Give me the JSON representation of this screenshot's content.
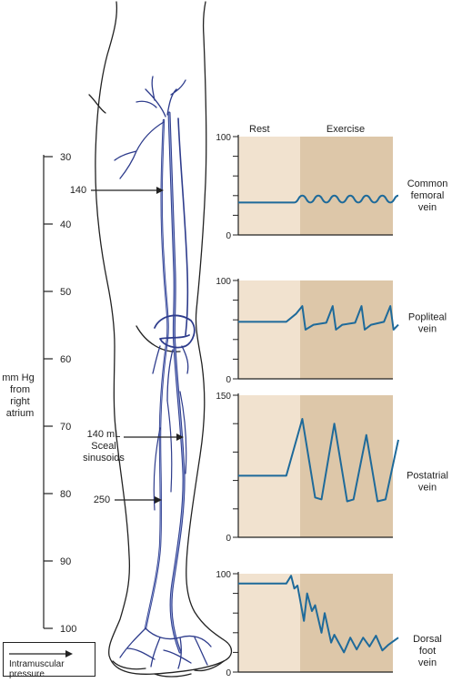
{
  "scale": {
    "unit_label_lines": [
      "mm Hg",
      "from",
      "right",
      "atrium"
    ],
    "ticks": [
      "30",
      "40",
      "50",
      "60",
      "70",
      "80",
      "90",
      "100"
    ]
  },
  "annotations": [
    {
      "lines": [
        "140"
      ]
    },
    {
      "lines": [
        "140 mL",
        "Sceal",
        "sinusoids"
      ]
    },
    {
      "lines": [
        "250"
      ]
    }
  ],
  "legend_box": {
    "lines": [
      "Intramuscular",
      "pressure"
    ]
  },
  "colors": {
    "vein": "#2e3c8c",
    "trace": "#1e6a9a",
    "rest_bg": "#f1e2cf",
    "exercise_bg": "#ddc7a9",
    "line": "#222222"
  },
  "chart_data": [
    {
      "type": "line",
      "phases": [
        "Rest",
        "Exercise"
      ],
      "ylim": [
        0,
        100
      ],
      "y_labels": [
        "100",
        "0"
      ],
      "series_label": [
        "Common",
        "femoral",
        "vein"
      ],
      "x": [
        0,
        10,
        20,
        30,
        35,
        40,
        45,
        50,
        55,
        60,
        65,
        70,
        75,
        80,
        85,
        90,
        95,
        100
      ],
      "y": [
        33,
        33,
        33,
        33,
        33,
        40,
        33,
        40,
        33,
        40,
        33,
        40,
        33,
        40,
        33,
        40,
        33,
        40
      ]
    },
    {
      "type": "line",
      "ylim": [
        0,
        100
      ],
      "y_labels": [
        "100",
        "0"
      ],
      "series_label": [
        "Popliteal",
        "vein"
      ],
      "x": [
        0,
        30,
        36,
        40,
        42,
        47,
        55,
        59,
        61,
        65,
        73,
        77,
        79,
        83,
        91,
        95,
        97,
        100
      ],
      "y": [
        58,
        58,
        66,
        74,
        50,
        55,
        57,
        74,
        50,
        55,
        57,
        74,
        50,
        55,
        58,
        74,
        50,
        55
      ]
    },
    {
      "type": "line",
      "ylim": [
        0,
        150
      ],
      "y_labels": [
        "150",
        "0"
      ],
      "series_label": [
        "Postatrial",
        "vein"
      ],
      "x": [
        0,
        20,
        30,
        40,
        48,
        52,
        60,
        68,
        72,
        80,
        87,
        92,
        100
      ],
      "y": [
        65,
        65,
        65,
        125,
        42,
        40,
        120,
        38,
        40,
        108,
        38,
        40,
        103
      ]
    },
    {
      "type": "line",
      "ylim": [
        0,
        100
      ],
      "y_labels": [
        "100",
        "0"
      ],
      "series_label": [
        "Dorsal",
        "foot",
        "vein"
      ],
      "x": [
        0,
        30,
        33,
        35,
        37,
        41,
        43,
        46,
        48,
        52,
        54,
        58,
        60,
        66,
        70,
        74,
        78,
        82,
        86,
        90,
        94,
        100
      ],
      "y": [
        90,
        90,
        98,
        85,
        88,
        52,
        80,
        62,
        68,
        40,
        60,
        30,
        38,
        20,
        35,
        23,
        35,
        26,
        37,
        22,
        28,
        35
      ]
    }
  ]
}
